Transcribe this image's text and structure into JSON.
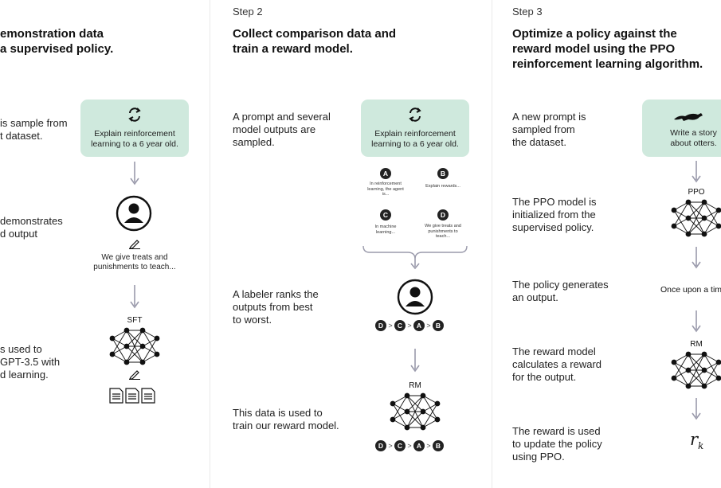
{
  "step1": {
    "heading_line1": "emonstration data",
    "heading_line2": "a supervised policy.",
    "desc1_line1": "is sample from",
    "desc1_line2": "t dataset.",
    "desc2_line1": "demonstrates",
    "desc2_line2": "d output",
    "desc3_line1": "s used to",
    "desc3_line2": "GPT-3.5 with",
    "desc3_line3": "d learning.",
    "prompt_line1": "Explain reinforcement",
    "prompt_line2": "learning to a 6 year old.",
    "output_line1": "We give treats and",
    "output_line2": "punishments to teach...",
    "model_label": "SFT"
  },
  "step2": {
    "step_label": "Step 2",
    "heading_line1": "Collect comparison data and",
    "heading_line2": "train a reward model.",
    "desc1_line1": "A prompt and several",
    "desc1_line2": "model outputs are",
    "desc1_line3": "sampled.",
    "desc2_line1": "A labeler ranks the",
    "desc2_line2": "outputs from best",
    "desc2_line3": "to worst.",
    "desc3_line1": "This data is used to",
    "desc3_line2": "train our reward model.",
    "prompt_line1": "Explain reinforcement",
    "prompt_line2": "learning to a 6 year old.",
    "outputs": [
      {
        "letter": "A",
        "text": "In reinforcement learning, the agent is..."
      },
      {
        "letter": "B",
        "text": "Explain rewards..."
      },
      {
        "letter": "C",
        "text": "In machine learning..."
      },
      {
        "letter": "D",
        "text": "We give treats and punishments to teach..."
      }
    ],
    "ranking": [
      "D",
      "C",
      "A",
      "B"
    ],
    "model_label": "RM"
  },
  "step3": {
    "step_label": "Step 3",
    "heading_line1": "Optimize a policy against the",
    "heading_line2": "reward model using the PPO",
    "heading_line3": "reinforcement learning algorithm.",
    "desc1_line1": "A new prompt is",
    "desc1_line2": "sampled from",
    "desc1_line3": "the dataset.",
    "desc2_line1": "The PPO model is",
    "desc2_line2": "initialized from the",
    "desc2_line3": "supervised policy.",
    "desc3_line1": "The policy generates",
    "desc3_line2": "an output.",
    "desc4_line1": "The reward model",
    "desc4_line2": "calculates a reward",
    "desc4_line3": "for the output.",
    "desc5_line1": "The reward is used",
    "desc5_line2": "to update the policy",
    "desc5_line3": "using PPO.",
    "prompt_line1": "Write a story",
    "prompt_line2": "about otters.",
    "ppo_label": "PPO",
    "output_text": "Once upon a tim",
    "rm_label": "RM",
    "reward_symbol": "r",
    "reward_subscript": "k"
  },
  "colors": {
    "prompt_bg": "#cfe9dd",
    "arrow": "#9a9aab",
    "dark": "#222222"
  }
}
